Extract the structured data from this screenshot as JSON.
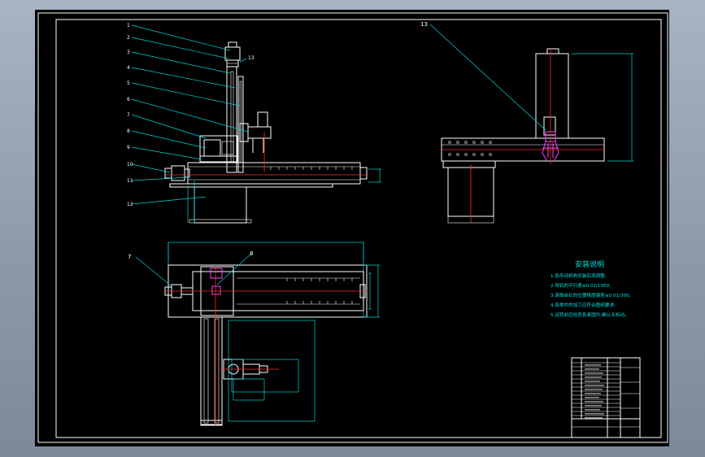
{
  "colors": {
    "background": "#000000",
    "frame": "#ffffff",
    "leader": "#00d5d5",
    "centerline": "#ff2a2a",
    "gripper": "#ff44ff",
    "outer": "#9aa6b7"
  },
  "callouts_front": [
    "1",
    "2",
    "3",
    "4",
    "5",
    "6",
    "7",
    "8",
    "9",
    "10",
    "11",
    "12",
    "13"
  ],
  "callout_top": [
    "7",
    "8"
  ],
  "callout_side": "13",
  "notes": {
    "title": "安装说明",
    "lines": [
      "1.各传动机构安装后须调整;",
      "2.导轨的平行度≤0.02/1000;",
      "3.滚珠丝杠的位置精度偏差≤0.01/300;",
      "4.各零件的加工应符合图纸要求;",
      "5.运转前应检查各紧固件,确认无松动。"
    ]
  }
}
